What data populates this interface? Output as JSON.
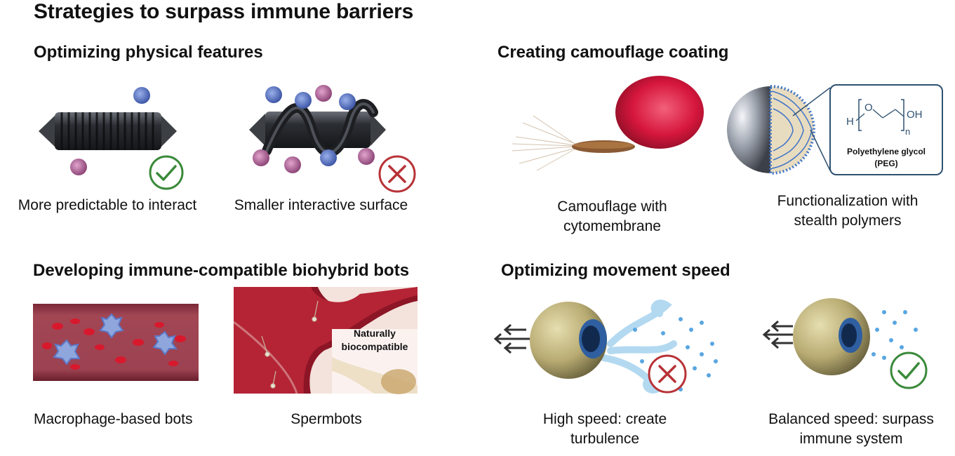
{
  "title": "Strategies to surpass immune barriers",
  "sections": {
    "physical": {
      "heading": "Optimizing physical features",
      "items": [
        {
          "caption": "More predictable to interact",
          "status": "check"
        },
        {
          "caption": "Smaller interactive surface",
          "status": "cross"
        }
      ]
    },
    "camouflage": {
      "heading": "Creating camouflage coating",
      "items": [
        {
          "caption_line1": "Camouflage with",
          "caption_line2": "cytomembrane"
        },
        {
          "caption_line1": "Functionalization with",
          "caption_line2": "stealth polymers"
        }
      ],
      "peg": {
        "h": "H",
        "o": "O",
        "oh": "OH",
        "n": "n",
        "name_line1": "Polyethylene glycol",
        "name_line2": "(PEG)"
      }
    },
    "biohybrid": {
      "heading": "Developing immune-compatible biohybrid bots",
      "items": [
        {
          "caption": "Macrophage-based bots"
        },
        {
          "caption": "Spermbots",
          "overlay_line1": "Naturally",
          "overlay_line2": "biocompatible"
        }
      ]
    },
    "speed": {
      "heading": "Optimizing movement speed",
      "items": [
        {
          "caption_line1": "High speed: create",
          "caption_line2": "turbulence",
          "status": "cross"
        },
        {
          "caption_line1": "Balanced speed: surpass",
          "caption_line2": "immune system",
          "status": "check"
        }
      ]
    }
  },
  "colors": {
    "check": "#3a8a3a",
    "cross": "#b83236",
    "immune_blue": "#5b78c8",
    "immune_pink": "#b0649a",
    "peg_border": "#2f5170",
    "bot_body": "#c9bd86"
  }
}
